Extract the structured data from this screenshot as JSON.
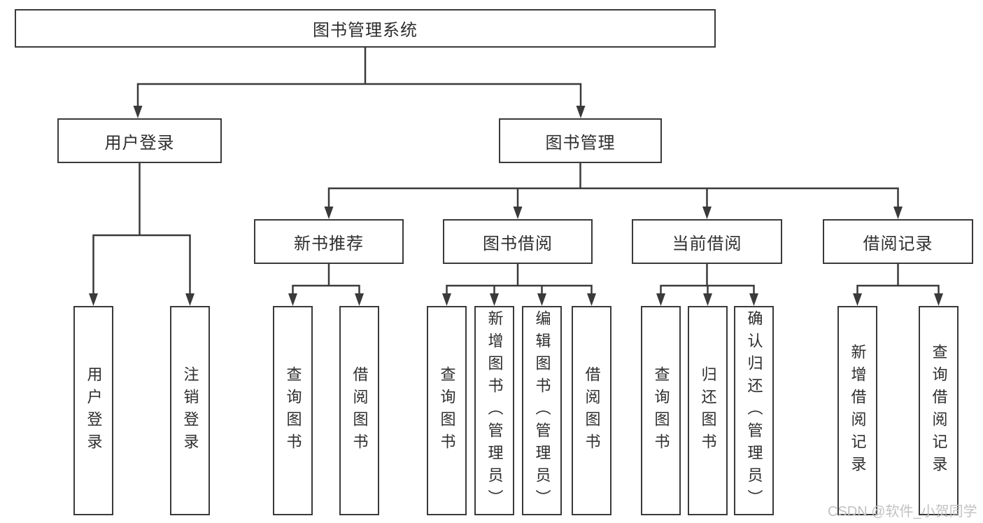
{
  "diagram": {
    "root": {
      "label": "图书管理系统"
    },
    "level2": [
      {
        "label": "用户登录"
      },
      {
        "label": "图书管理"
      }
    ],
    "level3": [
      {
        "label": "新书推荐"
      },
      {
        "label": "图书借阅"
      },
      {
        "label": "当前借阅"
      },
      {
        "label": "借阅记录"
      }
    ],
    "leaves": [
      {
        "label": "用户登录"
      },
      {
        "label": "注销登录"
      },
      {
        "label": "查询图书"
      },
      {
        "label": "借阅图书"
      },
      {
        "label": "查询图书"
      },
      {
        "label": "新增图书（管理员）"
      },
      {
        "label": "编辑图书（管理员）"
      },
      {
        "label": "借阅图书"
      },
      {
        "label": "查询图书"
      },
      {
        "label": "归还图书"
      },
      {
        "label": "确认归还（管理员）"
      },
      {
        "label": "新增借阅记录"
      },
      {
        "label": "查询借阅记录"
      }
    ]
  },
  "watermark": {
    "text": "CSDN @软件_小贺同学"
  },
  "colors": {
    "background": "#ffffff",
    "box_border": "#3a3a3a",
    "line": "#3a3a3a",
    "text": "#2e2e2e",
    "watermark": "#c2c2c2"
  }
}
